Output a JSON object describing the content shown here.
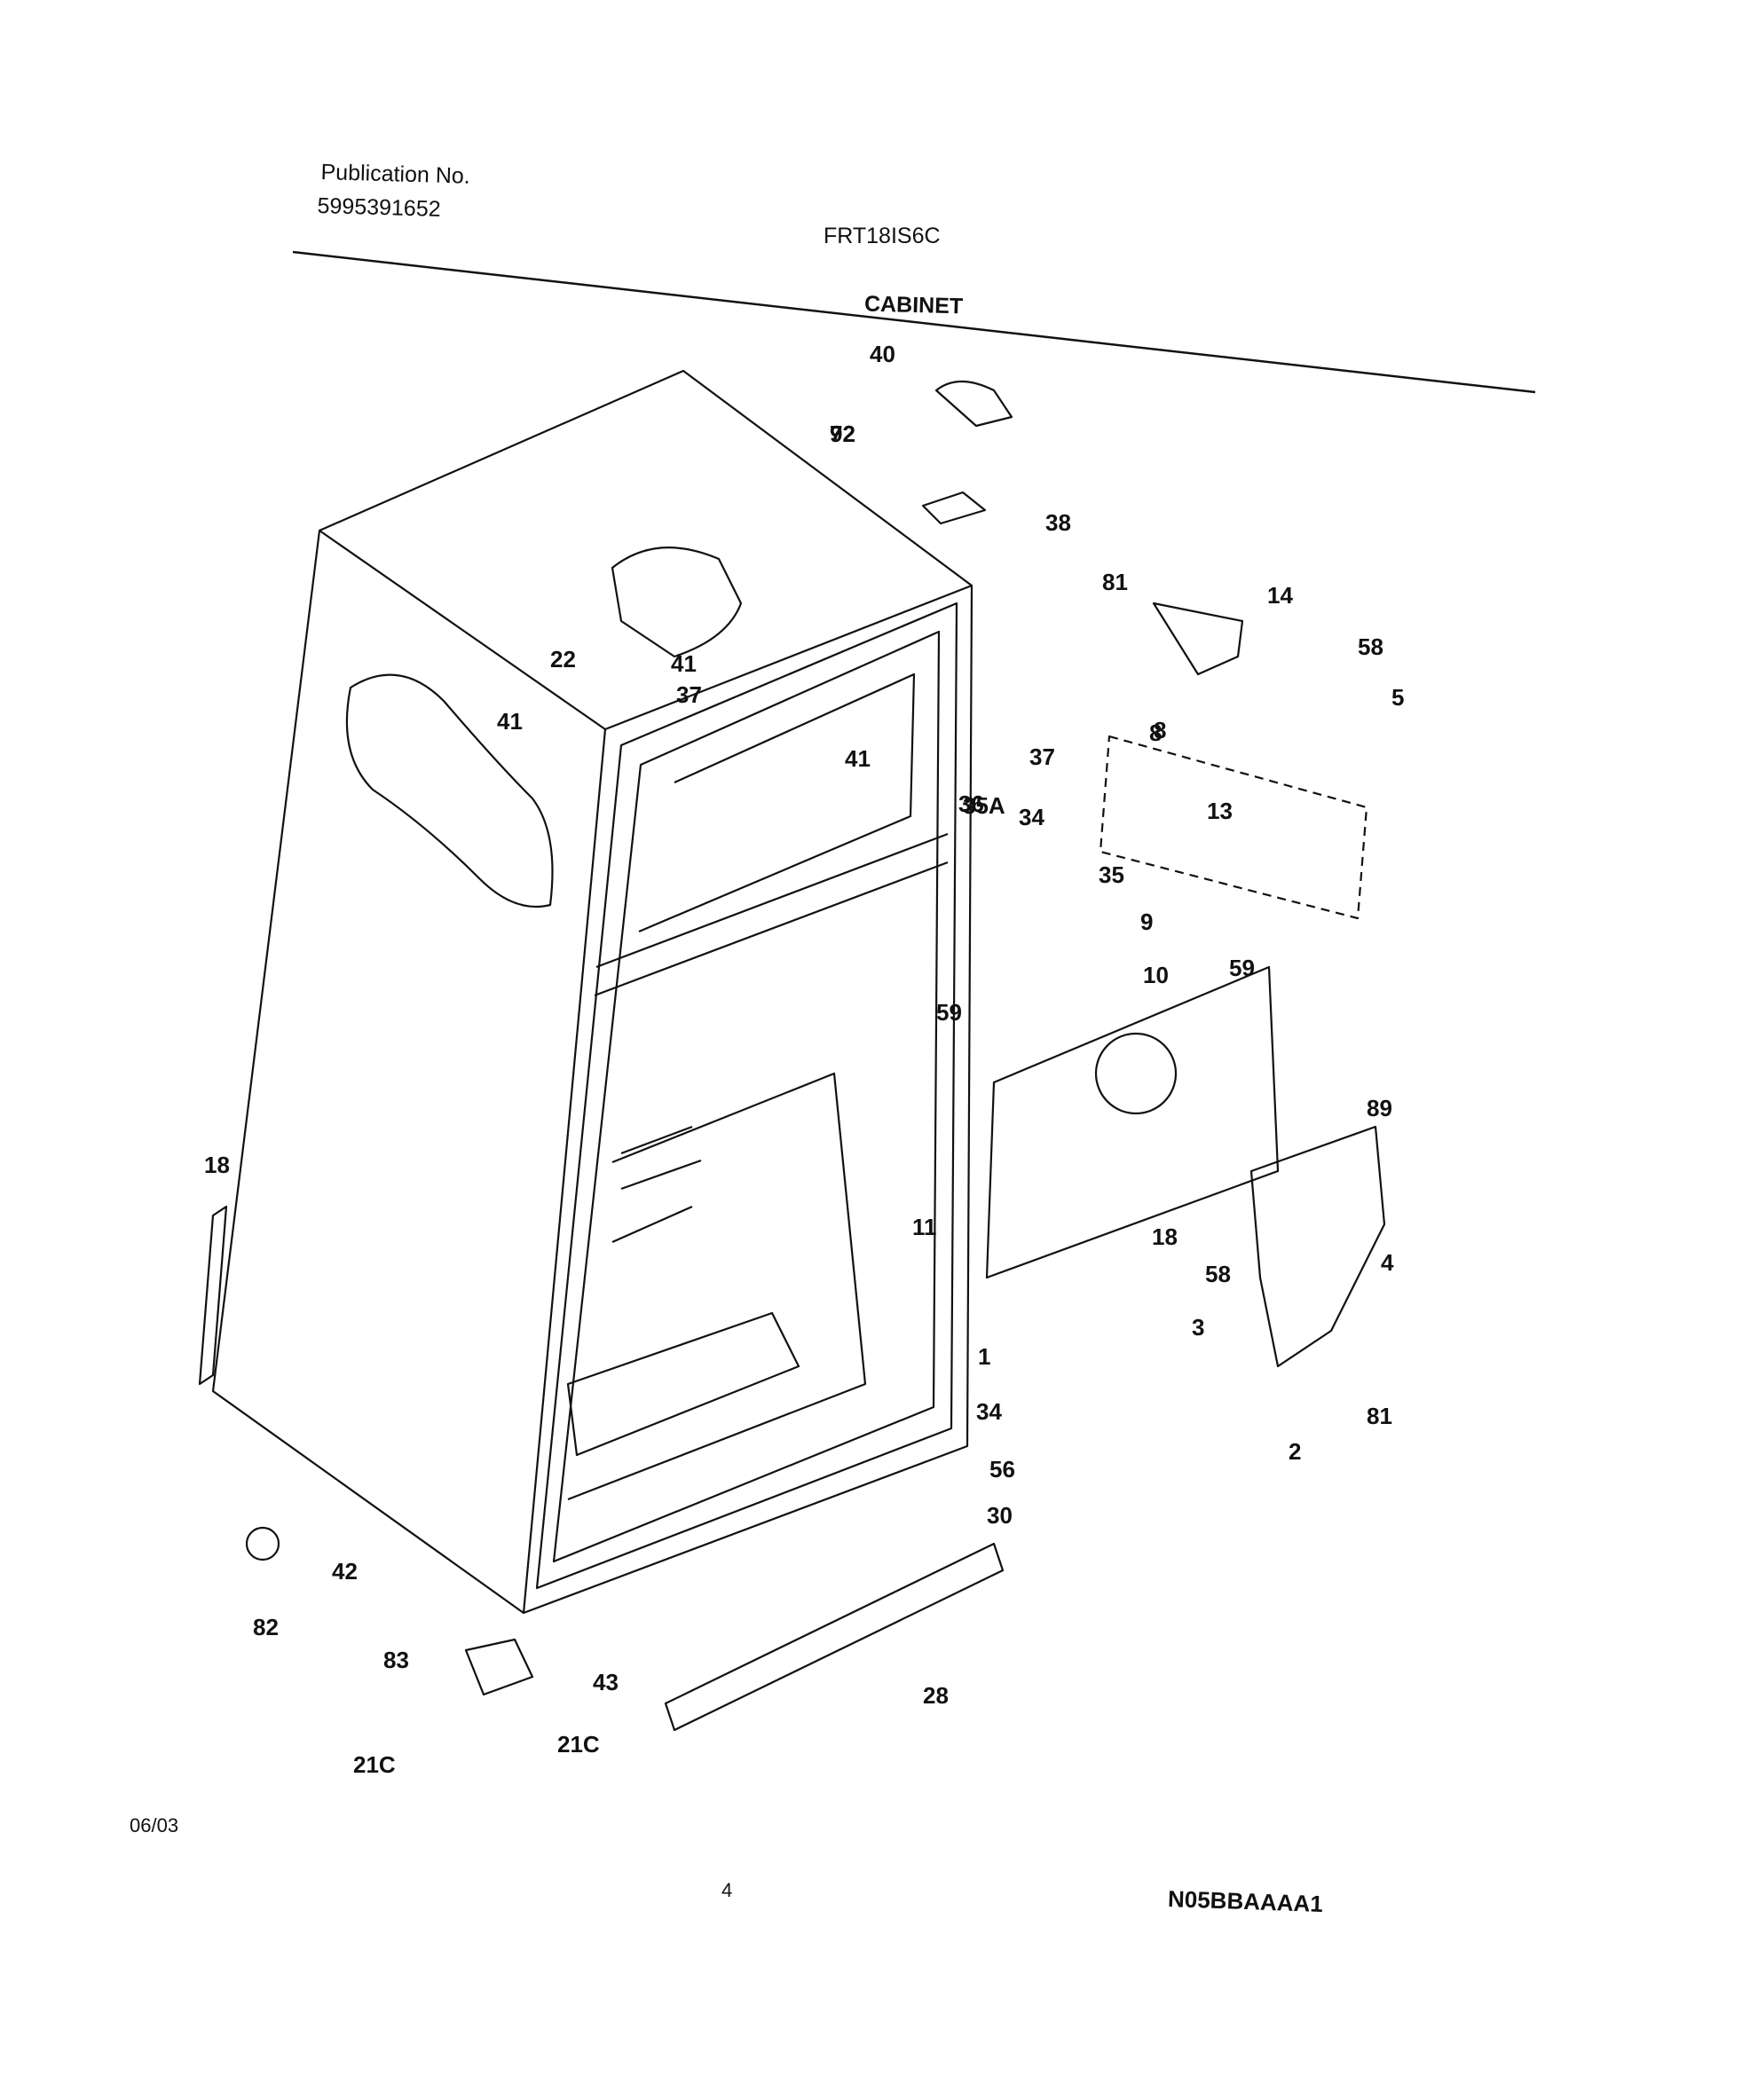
{
  "header": {
    "publication_label": "Publication No.",
    "publication_number": "5995391652",
    "model": "FRT18IS6C",
    "section_title": "CABINET"
  },
  "footer": {
    "date": "06/03",
    "page_number": "4",
    "diagram_code": "N05BBAAAA1"
  },
  "callouts": [
    "40",
    "92",
    "38",
    "81",
    "14",
    "8",
    "58",
    "5",
    "22",
    "37",
    "41",
    "41",
    "41",
    "37",
    "34",
    "36",
    "35A",
    "35",
    "8",
    "13",
    "9",
    "59",
    "59",
    "10",
    "18",
    "89",
    "11",
    "18",
    "58",
    "4",
    "3",
    "81",
    "2",
    "1",
    "34",
    "56",
    "30",
    "42",
    "82",
    "83",
    "43",
    "21C",
    "21C",
    "28",
    "72"
  ]
}
